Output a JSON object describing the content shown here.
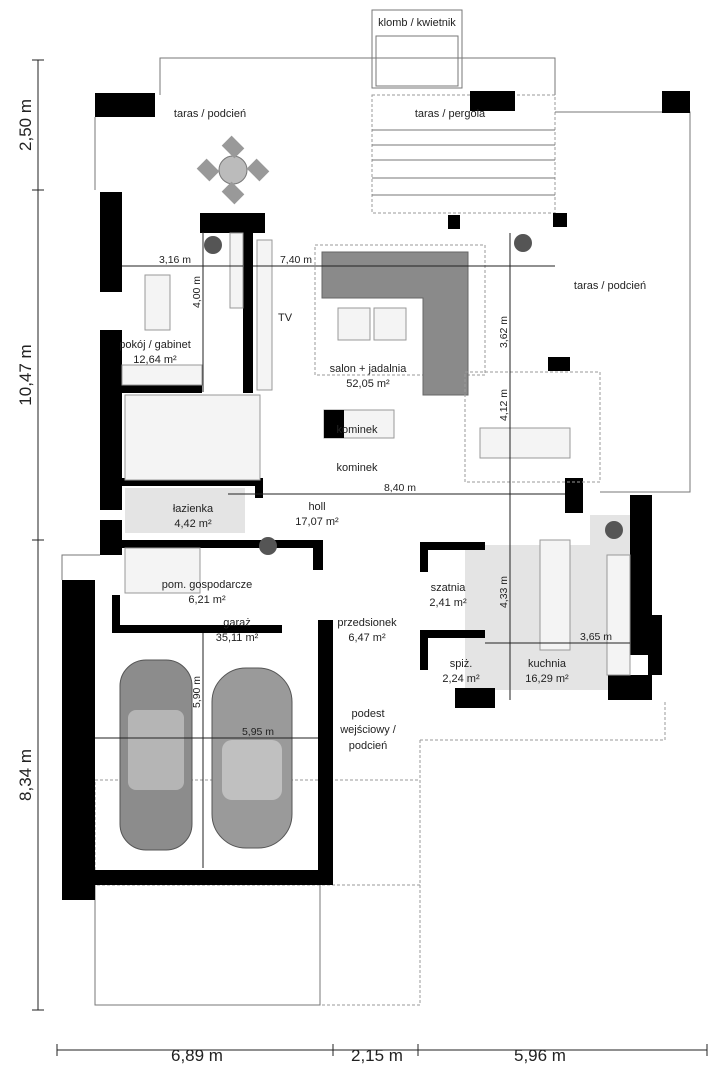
{
  "plan": {
    "rooms": {
      "klomb": "klomb / kwietnik",
      "taras_left": "taras / podcień",
      "taras_pergola": "taras / pergola",
      "taras_right": "taras / podcień",
      "gabinet": {
        "name": "pokój / gabinet",
        "area": "12,64 m²"
      },
      "tv": "TV",
      "salon": {
        "name": "salon + jadalnia",
        "area": "52,05 m²"
      },
      "kominek_top": "kominek",
      "kominek_bottom": "kominek",
      "lazienka": {
        "name": "łazienka",
        "area": "4,42 m²"
      },
      "holl": {
        "name": "holl",
        "area": "17,07 m²"
      },
      "gospodarcze": {
        "name": "pom. gospodarcze",
        "area": "6,21 m²"
      },
      "szatnia": {
        "name": "szatnia",
        "area": "2,41 m²"
      },
      "przedsionek": {
        "name": "przedsionek",
        "area": "6,47 m²"
      },
      "garaz": {
        "name": "garaż",
        "area": "35,11 m²"
      },
      "spiz": {
        "name": "spiż.",
        "area": "2,24 m²"
      },
      "kuchnia": {
        "name": "kuchnia",
        "area": "16,29 m²"
      },
      "podest": {
        "line1": "podest",
        "line2": "wejściowy /",
        "line3": "podcień"
      }
    },
    "inner_dimensions": {
      "gabinet_width": "3,16 m",
      "gabinet_depth": "4,00 m",
      "salon_width": "7,40 m",
      "salon_depth": "3,62 m",
      "jadalnia_depth": "4,12 m",
      "holl_width": "8,40 m",
      "kuchnia_depth": "4,33 m",
      "kuchnia_width": "3,65 m",
      "garaz_depth": "5,90 m",
      "garaz_width": "5,95 m"
    },
    "outer_dimensions": {
      "bottom": [
        "6,89 m",
        "2,15 m",
        "5,96 m"
      ],
      "left": [
        "2,50 m",
        "10,47 m",
        "8,34 m"
      ]
    }
  }
}
